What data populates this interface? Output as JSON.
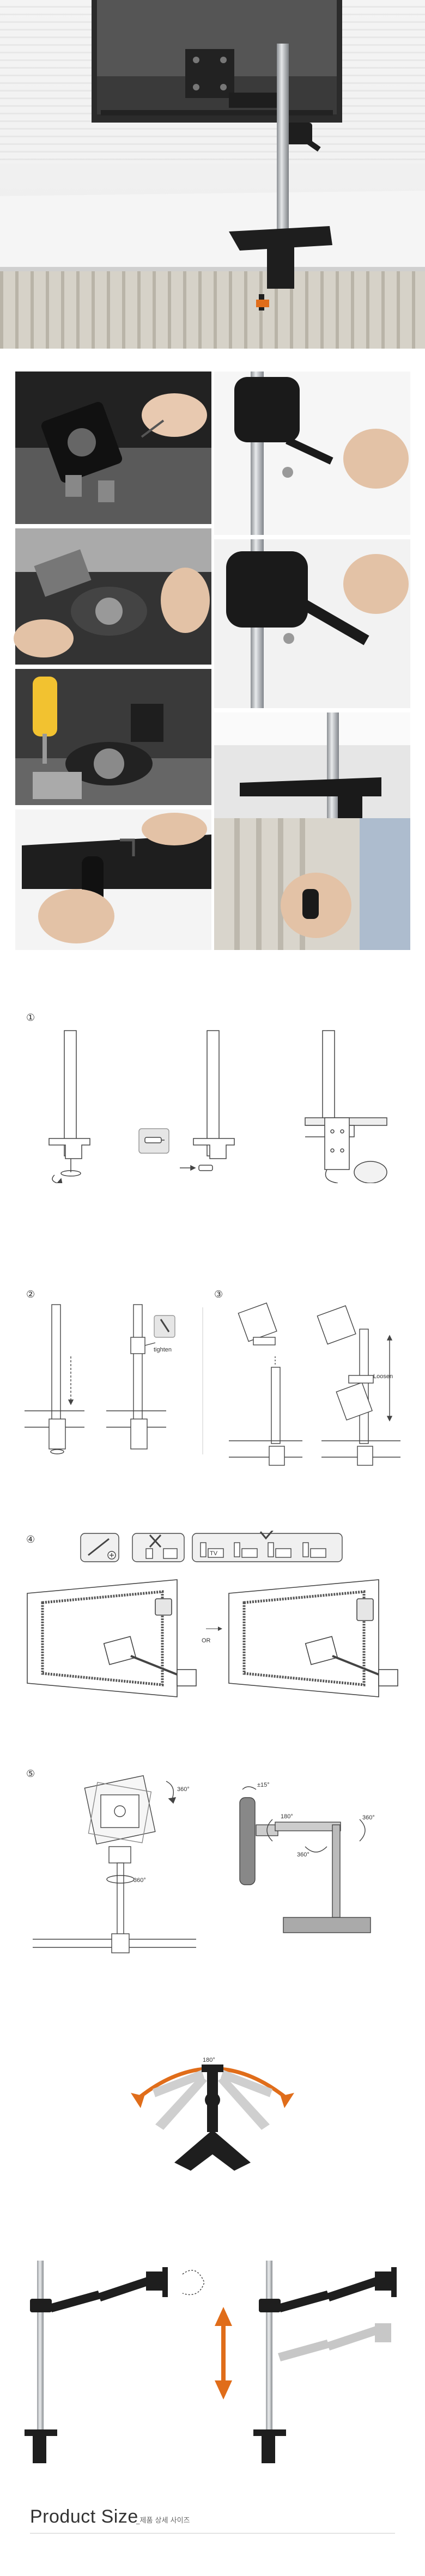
{
  "steps": {
    "step1": "①",
    "step2": "②",
    "step3": "③",
    "step4": "④",
    "step5": "⑤"
  },
  "labels": {
    "tighten": "tighten",
    "loosen": "Loosen",
    "or": "OR",
    "tv": "TV",
    "rot360a": "360°",
    "rot360b": "360°",
    "rot360c": "360°",
    "rot360d": "360°",
    "tilt15": "±15°",
    "rot180": "180°",
    "arc180": "180°"
  },
  "product_size": {
    "title": "Product Size",
    "subtitle": "_제품 상세 사이즈"
  },
  "colors": {
    "metal": "#b8bcc0",
    "black": "#1e1e1e",
    "desk": "#e8e8e6",
    "arrow": "#e06d1a",
    "line": "#444444"
  },
  "icons": [
    "monitor-icon",
    "mount-arm-icon",
    "clamp-icon",
    "screwdriver-icon",
    "allen-key-icon",
    "check-icon",
    "cross-icon"
  ]
}
